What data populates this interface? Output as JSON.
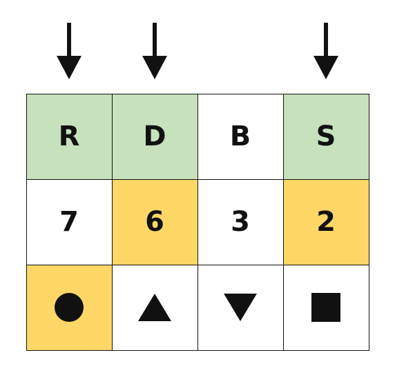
{
  "colors": {
    "green": "#c6e1bb",
    "yellow": "#fed766",
    "white": "#ffffff",
    "ink": "#111111"
  },
  "arrows": {
    "columns": [
      0,
      1,
      3
    ],
    "icon": "arrow-down-icon"
  },
  "grid": {
    "rows": [
      [
        {
          "text": "R",
          "color": "green"
        },
        {
          "text": "D",
          "color": "green"
        },
        {
          "text": "B",
          "color": "white"
        },
        {
          "text": "S",
          "color": "green"
        }
      ],
      [
        {
          "text": "7",
          "color": "white"
        },
        {
          "text": "6",
          "color": "yellow"
        },
        {
          "text": "3",
          "color": "white"
        },
        {
          "text": "2",
          "color": "yellow"
        }
      ],
      [
        {
          "shape": "circle-icon",
          "color": "yellow"
        },
        {
          "shape": "triangle-up-icon",
          "color": "white"
        },
        {
          "shape": "triangle-down-icon",
          "color": "white"
        },
        {
          "shape": "square-icon",
          "color": "white"
        }
      ]
    ]
  }
}
